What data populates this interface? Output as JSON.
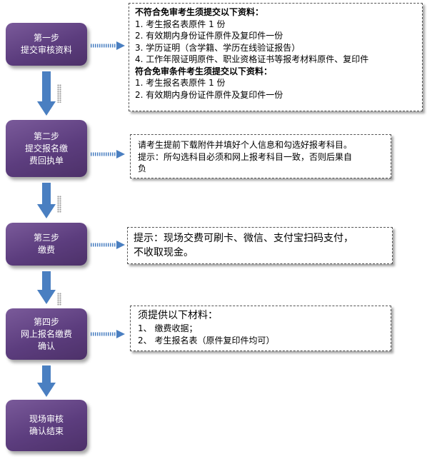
{
  "steps": [
    {
      "line1": "第一步",
      "line2": "提交审核资料"
    },
    {
      "line1": "第二步",
      "line2": "提交报名缴",
      "line3": "费回执单"
    },
    {
      "line1": "第三步",
      "line2": "缴费"
    },
    {
      "line1": "第四步",
      "line2": "网上报名缴费",
      "line3": "确认"
    },
    {
      "line1": "现场审核",
      "line2": "确认结束"
    }
  ],
  "notes": {
    "n1": {
      "head1": "不符合免审考生须提交以下资料：",
      "items1": [
        "1.  考生报名表原件 1 份",
        "2.  有效期内身份证件原件及复印件一份",
        "3.  学历证明（含学籍、学历在线验证报告）",
        "4.  工作年限证明原件、职业资格证书等报考材料原件、复印件"
      ],
      "head2": "符合免审条件考生须提交以下资料：",
      "items2": [
        "1.  考生报名表原件 1 份",
        "2.  有效期内身份证件原件及复印件一份"
      ]
    },
    "n2": {
      "line1": "请考生提前下载附件并填好个人信息和勾选好报考科目。",
      "line2": "提示：所勾选科目必须和网上报考科目一致，否则后果自",
      "line3": "负"
    },
    "n3": {
      "line1": "提示：现场交费可刷卡、微信、支付宝扫码支付，",
      "line2": "不收取现金。"
    },
    "n4": {
      "line1": "须提供以下材料：",
      "line2": "1、 缴费收据；",
      "line3": "2、 考生报名表（原件复印件均可）"
    }
  },
  "colors": {
    "step_fill": "#5c3d7e",
    "arrow_blue": "#4a7fc1",
    "note_border": "#555555"
  }
}
